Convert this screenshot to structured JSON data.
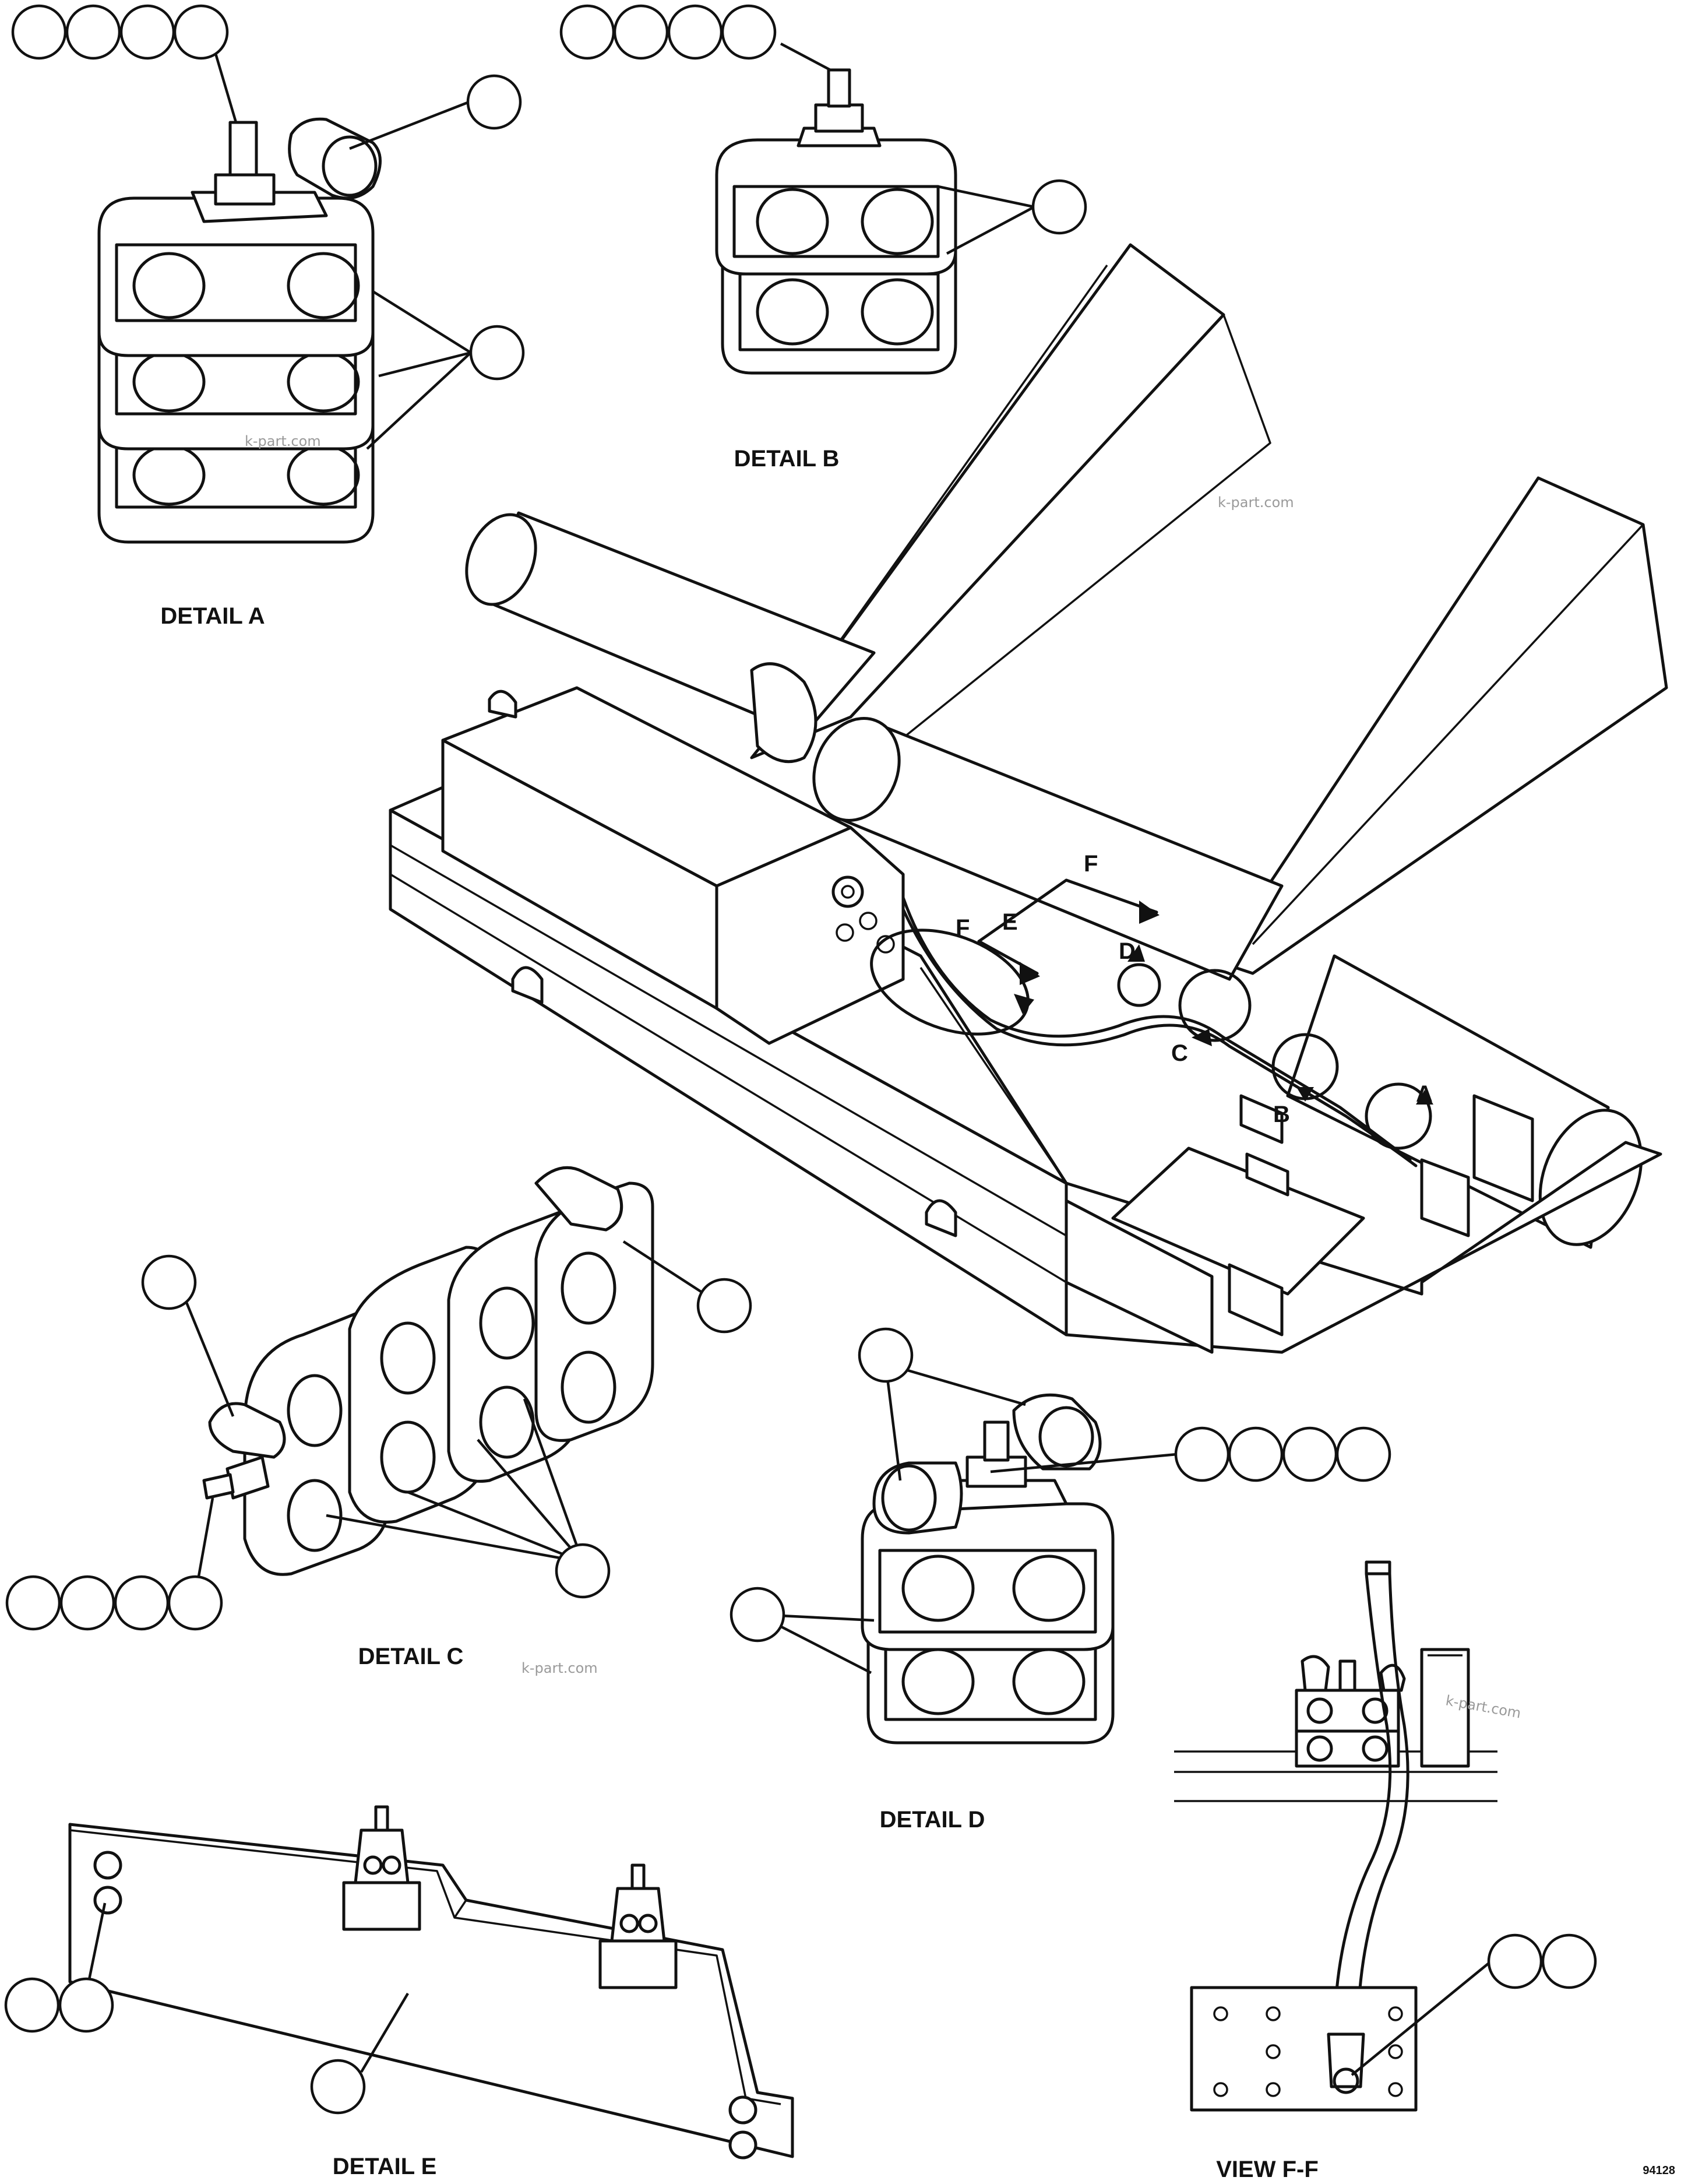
{
  "labels": {
    "detail_a": "DETAIL A",
    "detail_b": "DETAIL B",
    "detail_c": "DETAIL C",
    "detail_d": "DETAIL D",
    "detail_e": "DETAIL E",
    "view_ff": "VIEW F-F"
  },
  "view_letters": {
    "a": "A",
    "b": "B",
    "c": "C",
    "d": "D",
    "e": "E",
    "f1": "F",
    "f2": "F"
  },
  "watermark": "k-part.com",
  "drawing_code": "94128"
}
